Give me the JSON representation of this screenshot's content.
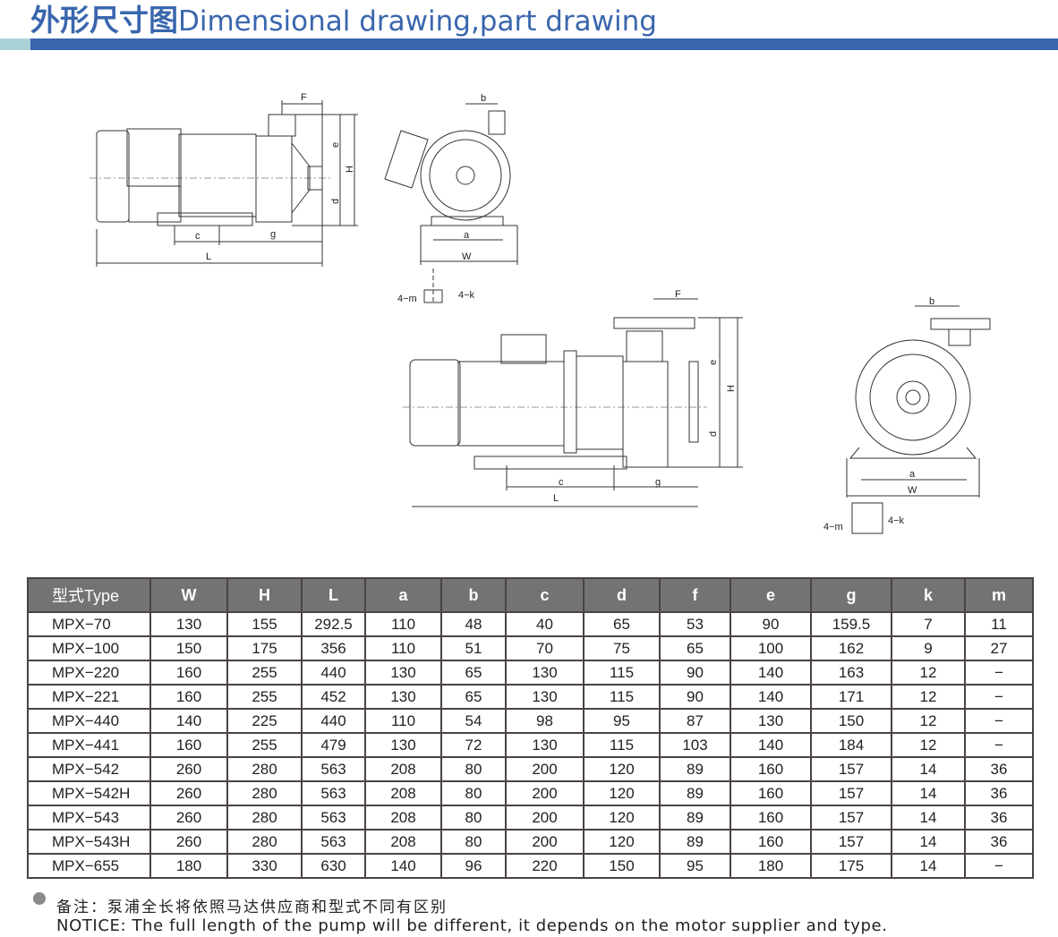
{
  "header": {
    "title_cn": "外形尺寸图",
    "title_en": "Dimensional drawing,part drawing",
    "accent": "#3a66ad",
    "accent_light": "#a9d2d6"
  },
  "drawing_small": {
    "labels": {
      "F": "F",
      "e": "e",
      "H": "H",
      "d": "d",
      "c": "c",
      "g": "g",
      "L": "L",
      "b": "b",
      "a": "a",
      "W": "W",
      "m": "4−m",
      "k": "4−k"
    }
  },
  "drawing_large": {
    "labels": {
      "F": "F",
      "e": "e",
      "H": "H",
      "d": "d",
      "c": "c",
      "g": "g",
      "L": "L",
      "b": "b",
      "a": "a",
      "W": "W",
      "m": "4−m",
      "k": "4−k"
    }
  },
  "table": {
    "headers": [
      "型式Type",
      "W",
      "H",
      "L",
      "a",
      "b",
      "c",
      "d",
      "f",
      "e",
      "g",
      "k",
      "m"
    ],
    "rows": [
      [
        "MPX−70",
        "130",
        "155",
        "292.5",
        "110",
        "48",
        "40",
        "65",
        "53",
        "90",
        "159.5",
        "7",
        "11"
      ],
      [
        "MPX−100",
        "150",
        "175",
        "356",
        "110",
        "51",
        "70",
        "75",
        "65",
        "100",
        "162",
        "9",
        "27"
      ],
      [
        "MPX−220",
        "160",
        "255",
        "440",
        "130",
        "65",
        "130",
        "115",
        "90",
        "140",
        "163",
        "12",
        "−"
      ],
      [
        "MPX−221",
        "160",
        "255",
        "452",
        "130",
        "65",
        "130",
        "115",
        "90",
        "140",
        "171",
        "12",
        "−"
      ],
      [
        "MPX−440",
        "140",
        "225",
        "440",
        "110",
        "54",
        "98",
        "95",
        "87",
        "130",
        "150",
        "12",
        "−"
      ],
      [
        "MPX−441",
        "160",
        "255",
        "479",
        "130",
        "72",
        "130",
        "115",
        "103",
        "140",
        "184",
        "12",
        "−"
      ],
      [
        "MPX−542",
        "260",
        "280",
        "563",
        "208",
        "80",
        "200",
        "120",
        "89",
        "160",
        "157",
        "14",
        "36"
      ],
      [
        "MPX−542H",
        "260",
        "280",
        "563",
        "208",
        "80",
        "200",
        "120",
        "89",
        "160",
        "157",
        "14",
        "36"
      ],
      [
        "MPX−543",
        "260",
        "280",
        "563",
        "208",
        "80",
        "200",
        "120",
        "89",
        "160",
        "157",
        "14",
        "36"
      ],
      [
        "MPX−543H",
        "260",
        "280",
        "563",
        "208",
        "80",
        "200",
        "120",
        "89",
        "160",
        "157",
        "14",
        "36"
      ],
      [
        "MPX−655",
        "180",
        "330",
        "630",
        "140",
        "96",
        "220",
        "150",
        "95",
        "180",
        "175",
        "14",
        "−"
      ]
    ]
  },
  "notice": {
    "cn": "备注：泵浦全长将依照马达供应商和型式不同有区别",
    "en": "NOTICE:  The full length of the pump will be different, it depends on  the motor supplier and type."
  }
}
